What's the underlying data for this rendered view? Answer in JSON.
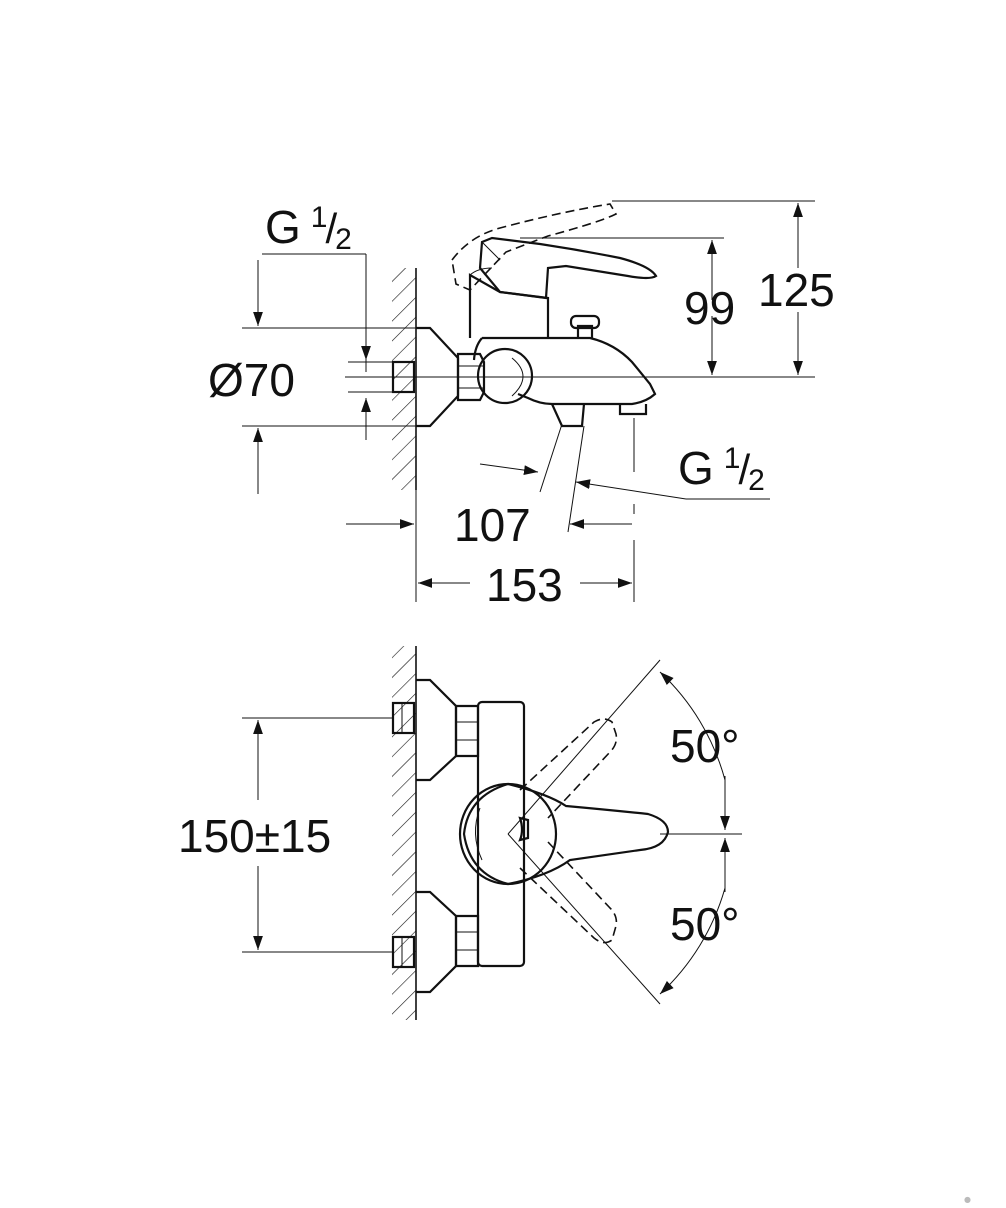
{
  "side_view": {
    "thread_top": {
      "main": "G",
      "num": "1",
      "den": "2"
    },
    "thread_right": {
      "main": "G",
      "num": "1",
      "den": "2"
    },
    "diameter": "Ø70",
    "dim_99": "99",
    "dim_125": "125",
    "dim_107": "107",
    "dim_153": "153"
  },
  "front_view": {
    "dim_spacing": "150±15",
    "angle_upper": "50°",
    "angle_lower": "50°"
  }
}
